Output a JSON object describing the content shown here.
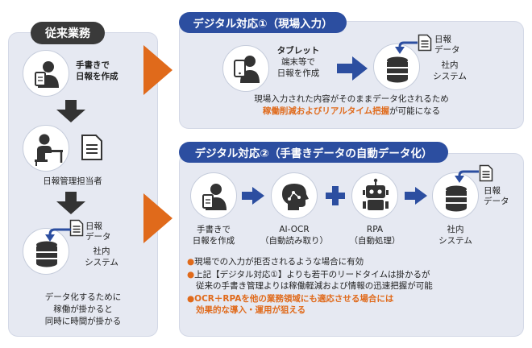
{
  "legacy": {
    "title": "従来業務",
    "handwrite": [
      "手書きで",
      "日報を作成"
    ],
    "manager": "日報管理担当者",
    "doc": [
      "日報",
      "データ"
    ],
    "system": [
      "社内",
      "システム"
    ],
    "caption": [
      "データ化するために",
      "稼働が掛かると",
      "同時に時間が掛かる"
    ]
  },
  "digital1": {
    "title": "デジタル対応①（現場入力）",
    "tablet": [
      "タブレット",
      "端末等で",
      "日報を作成"
    ],
    "doc": [
      "日報",
      "データ"
    ],
    "system": [
      "社内",
      "システム"
    ],
    "note_line1": "現場入力された内容がそのままデータ化されるため",
    "note_line2_highlight": "稼働削減およびリアルタイム把握",
    "note_line2_rest": "が可能になる"
  },
  "digital2": {
    "title": "デジタル対応②（手書きデータの自動データ化）",
    "steps": [
      [
        "手書きで",
        "日報を作成"
      ],
      [
        "AI-OCR",
        "（自動読み取り）"
      ],
      [
        "RPA",
        "（自動処理）"
      ],
      [
        "社内",
        "システム"
      ]
    ],
    "doc": [
      "日報",
      "データ"
    ],
    "bullets": [
      {
        "bullet": "●",
        "lines": [
          "現場での入力が拒否されるような場合に有効"
        ]
      },
      {
        "bullet": "●",
        "lines": [
          "上記【デジタル対応①】よりも若干のリードタイムは掛かるが",
          "従来の手書き管理よりは稼働軽減および情報の迅速把握が可能"
        ]
      },
      {
        "bullet": "●",
        "lines": [
          "OCR＋RPAを他の業務領域にも適応させる場合には",
          "効果的な導入・運用が狙える"
        ],
        "highlight": true
      }
    ]
  },
  "colors": {
    "navy": "#2c4ea0",
    "orange": "#e06a1b",
    "panel": "#e6e9f2",
    "dark": "#333333"
  }
}
